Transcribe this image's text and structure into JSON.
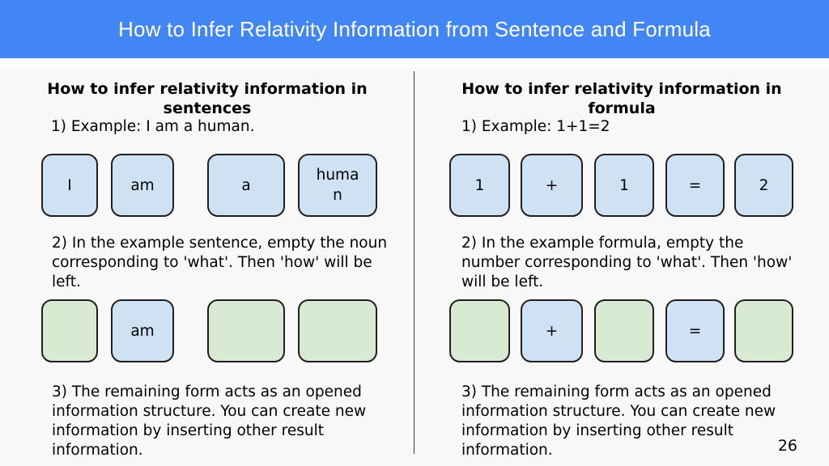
{
  "slide": {
    "title": "How to Infer Relativity Information from Sentence and Formula",
    "page_number": "26"
  },
  "colors": {
    "header_bg": "#4285f4",
    "title_text": "#ffffff",
    "background": "#f8f8f8",
    "box_blue": "#cfe2f3",
    "box_green": "#d9ead3",
    "box_border": "#1f1f1f",
    "divider": "#3c3c3c"
  },
  "columns": [
    {
      "heading": "How to infer relativity information in sentences",
      "step1": "1) Example: I am a human.",
      "row1": [
        {
          "label": "I",
          "color": "blue"
        },
        {
          "label": "am",
          "color": "blue"
        },
        {
          "label": "a",
          "color": "blue"
        },
        {
          "label": "human",
          "color": "blue"
        }
      ],
      "step2": "2) In the example sentence, empty the noun corresponding to 'what'. Then 'how' will be left.",
      "row2": [
        {
          "label": "",
          "color": "green"
        },
        {
          "label": "am",
          "color": "blue"
        },
        {
          "label": "",
          "color": "green"
        },
        {
          "label": "",
          "color": "green"
        }
      ],
      "step3": "3) The remaining form acts as an opened information structure. You can create new information by inserting other result information."
    },
    {
      "heading": "How to infer relativity information in formula",
      "step1": "1) Example: 1+1=2",
      "row1": [
        {
          "label": "1",
          "color": "blue"
        },
        {
          "label": "+",
          "color": "blue"
        },
        {
          "label": "1",
          "color": "blue"
        },
        {
          "label": "=",
          "color": "blue"
        },
        {
          "label": "2",
          "color": "blue"
        }
      ],
      "step2": "2) In the example formula, empty the number corresponding to 'what'. Then 'how' will be left.",
      "row2": [
        {
          "label": "",
          "color": "green"
        },
        {
          "label": "+",
          "color": "blue"
        },
        {
          "label": "",
          "color": "green"
        },
        {
          "label": "=",
          "color": "blue"
        },
        {
          "label": "",
          "color": "green"
        }
      ],
      "step3": "3) The remaining form acts as an opened information structure. You can create new information by inserting other result information."
    }
  ]
}
